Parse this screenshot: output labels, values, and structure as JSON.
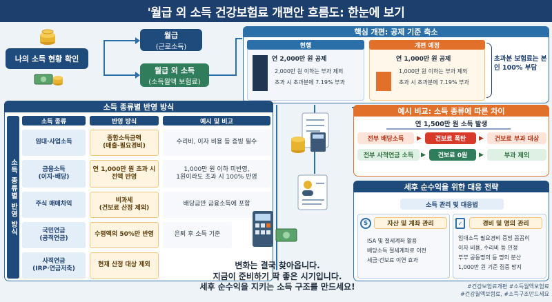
{
  "title": "'월급 외 소득 건강보험료 개편안 흐름도: 한눈에 보기",
  "start": {
    "label": "나의 소득 현황 확인"
  },
  "salary": {
    "line1": "월급",
    "line2": "(근로소득)"
  },
  "nonsalary": {
    "line1": "월급 외 소득",
    "line2": "(소득월액 보험료)"
  },
  "core": {
    "header": "핵심 개편: 공제 기준 축소",
    "current": {
      "label": "현행",
      "deduct": "연 2,000만 원 공제",
      "b1": "2,000만 원 이하는 부과 제외",
      "b2": "초과 시 초과분에 7.19% 부과"
    },
    "planned": {
      "label": "개편 예정",
      "deduct": "연 1,000만 원 공제",
      "b1": "1,000만 원 이하는 부과 제외",
      "b2": "초과 시 초과분에 7.19% 부과"
    },
    "side": "초과분 보험료는 본인 100% 부담"
  },
  "types": {
    "header": "소득 종류별 반영 방식",
    "vertical": "소득 종류별 반영 방식",
    "col_type": "소득 종류",
    "col_method": "반영 방식",
    "col_note": "예시 및 비고",
    "rows": [
      {
        "type": "임대·사업소득",
        "method": "종합소득금액\n(매출-필요경비)",
        "note": "수리비, 이자 비용 등 증빙 필수"
      },
      {
        "type": "금융소득\n(이자·배당)",
        "method": "연 1,000만 원 초과 시\n전액 반영",
        "note": "1,000만 원 이하 미반영,\n1원이라도 초과 시 100% 반영"
      },
      {
        "type": "주식 매매차익",
        "method": "비과세\n(건보료 산정 제외)",
        "note": "배당금만 금융소득에 포함"
      },
      {
        "type": "국민연금\n(공적연금)",
        "method": "수령액의 50%만 반영",
        "note": "은퇴 후 소득 기준"
      },
      {
        "type": "사적연금\n(IRP·연금저축)",
        "method": "현재 산정 대상 제외",
        "note": ""
      }
    ]
  },
  "example": {
    "header": "예시 비교: 소득 종류에 따른 차이",
    "subtitle": "연 1,500만 원 소득 발생",
    "r1_left": "전부 배당소득",
    "r1_mid": "건보료 폭탄",
    "r1_right": "건보료 부과 대상",
    "r2_left": "전부 사적연금 소득",
    "r2_mid": "건보료 0원",
    "r2_right": "부과 제외"
  },
  "strategy": {
    "header": "세후 순수익을 위한 대응 전략",
    "sub": "소득 관리 및 대응법",
    "left_title": "자산 및 계좌 관리",
    "left_items": [
      "ISA 및 절세계좌 활용",
      "배당소득 절세계좌로 이전",
      "세금·건보료 이연 효과"
    ],
    "right_title": "경비 및 명의 관리",
    "right_items": [
      "임대소득 필요경비 증빙 꼼꼼히",
      "이자 비용, 수리비 등 인정",
      "부부 공동명의 등 명의 분산",
      "1,000만 원 기준 집중 방지"
    ]
  },
  "closing": {
    "l1": "변화는 결국 찾아옵니다.",
    "l2": "지금이 준비하기 딱 좋은 시기입니다.",
    "l3": "세후 순수익을 지키는 소득 구조를 만드세요!"
  },
  "hashtags": {
    "l1": "#건강보험료개편 #소득월액보험료",
    "l2": "#건강월액보험료, #소득구조만드세요"
  }
}
